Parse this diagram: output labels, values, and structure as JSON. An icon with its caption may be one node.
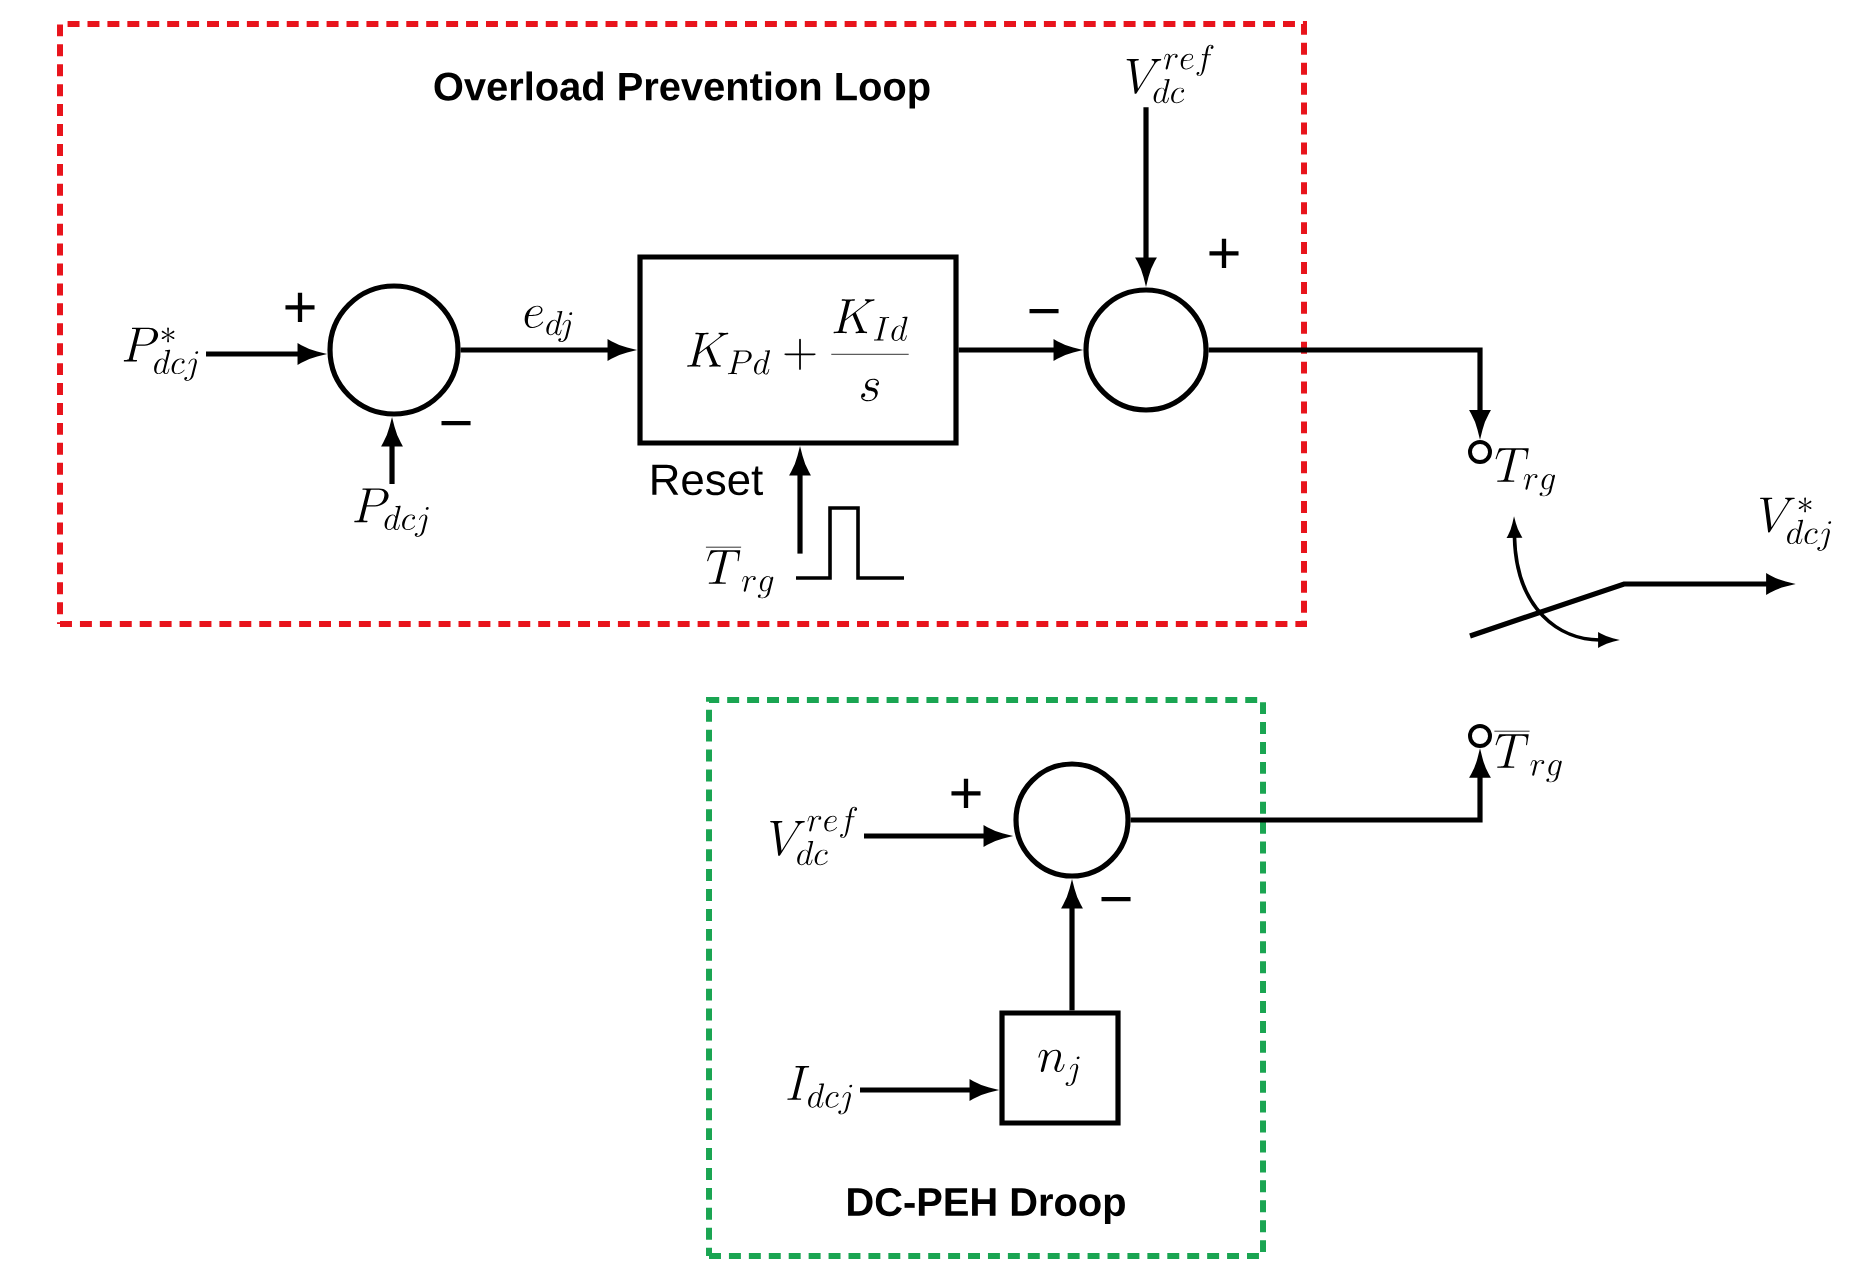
{
  "diagram": {
    "nodes": [
      {
        "text": [
          "Overload Prevention Loop"
        ]
      },
      {
        "text": [
          "P^{*}_{dcj}"
        ],
        "in": 0
      },
      {
        "text": [],
        "shape": "circle",
        "in": 0
      },
      {
        "text": [
          "P_{dcj}"
        ],
        "in": 0
      },
      {
        "text": [
          "K_{Pd}+\\frac{K_{Id}}{s}"
        ],
        "in": 0
      },
      {
        "text": [
          "\\overline{T}_{rg}"
        ],
        "in": 0
      },
      {
        "text": [
          "V_{dc}^{ref}"
        ],
        "in": 0
      },
      {
        "text": [],
        "shape": "circle",
        "in": 0
      },
      {
        "text": [
          "T_{rg}"
        ]
      },
      {
        "text": [
          "V^{*}_{dcj}"
        ]
      },
      {
        "text": [
          "DC-PEH Droop"
        ]
      },
      {
        "text": [
          "V_{dc}^{ref}"
        ],
        "in": 10
      },
      {
        "text": [],
        "shape": "circle",
        "in": 10
      },
      {
        "text": [
          "I_{dcj}"
        ],
        "in": 10
      },
      {
        "text": [
          "n_{j}"
        ],
        "in": 10
      },
      {
        "text": [
          "\\overline{T}_{rg}"
        ]
      }
    ],
    "edges": [
      {
        "from": 1,
        "to": 2,
        "arrow": "to"
      },
      {
        "from": 3,
        "to": 2,
        "arrow": "to"
      },
      {
        "from": 2,
        "to": 4,
        "arrow": "to",
        "label": "e_{dj}"
      },
      {
        "from": 4,
        "to": 7,
        "arrow": "to"
      },
      {
        "from": 6,
        "to": 7,
        "arrow": "to"
      },
      {
        "from": 7,
        "to": 8,
        "arrow": "to"
      },
      {
        "from": 5,
        "to": 4,
        "arrow": "to"
      },
      {
        "from": 11,
        "to": 12,
        "arrow": "to"
      },
      {
        "from": 13,
        "to": 14,
        "arrow": "to"
      },
      {
        "from": 14,
        "to": 12,
        "arrow": "to"
      },
      {
        "from": 12,
        "to": 15,
        "arrow": "to"
      },
      {
        "from": null,
        "to": 9,
        "arrow": "to"
      }
    ],
    "labels": [
      "+",
      "+",
      "−",
      "−",
      "Reset",
      "+",
      "−"
    ]
  }
}
